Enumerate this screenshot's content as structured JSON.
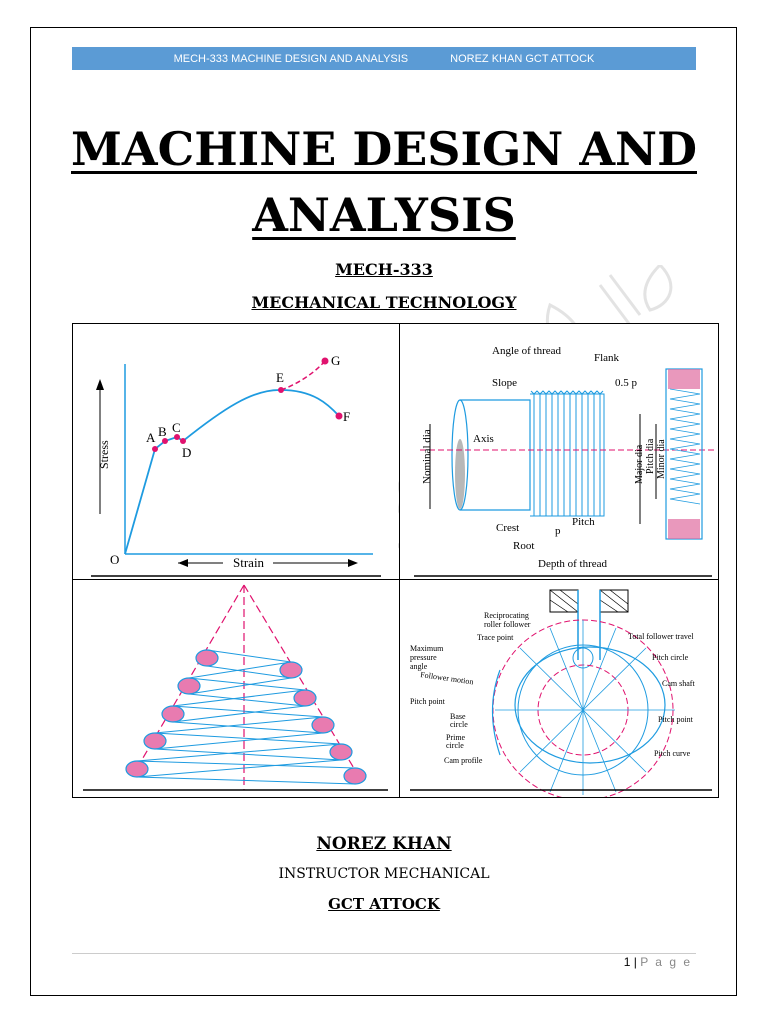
{
  "header": {
    "course_title": "MECH-333 MACHINE DESIGN AND ANALYSIS",
    "author_org": "NOREZ KHAN GCT ATTOCK"
  },
  "title": {
    "line1": "MACHINE DESIGN AND",
    "line2": "ANALYSIS"
  },
  "course_code": "MECH-333",
  "department": "MECHANICAL TECHNOLOGY",
  "stress_strain": {
    "y_label": "Stress",
    "x_label": "Strain",
    "origin": "O",
    "points": [
      "A",
      "B",
      "C",
      "D",
      "E",
      "F",
      "G"
    ]
  },
  "thread": {
    "angle_of_thread": "Angle of thread",
    "flank": "Flank",
    "slope": "Slope",
    "half_pitch": "0.5 p",
    "nominal_dia": "Nominal dia",
    "axis": "Axis",
    "major_dia": "Major dia",
    "pitch_dia": "Pitch dia",
    "minor_dia": "Minor dia",
    "crest": "Crest",
    "root": "Root",
    "p": "p",
    "pitch": "Pitch",
    "depth_of_thread": "Depth of thread"
  },
  "cam": {
    "reciprocating": "Reciprocating",
    "roller_follower": "roller follower",
    "trace_point": "Trace point",
    "total_follower_travel": "Total follower travel",
    "maximum": "Maximum",
    "pressure": "pressure",
    "angle": "angle",
    "follower_motion": "Follower motion",
    "pitch_circle": "Pitch circle",
    "cam_shaft": "Cam shaft",
    "pitch_point_left": "Pitch point",
    "base": "Base",
    "circle": "circle",
    "prime": "Prime",
    "circle2": "circle",
    "pitch_point_right": "Pitch point",
    "pitch_curve": "Pitch curve",
    "cam_profile": "Cam profile"
  },
  "author": "NOREZ KHAN",
  "role": "INSTRUCTOR MECHANICAL",
  "institution": "GCT ATTOCK",
  "footer": {
    "page_number": "1",
    "separator": "|",
    "page_label": "P a g e"
  },
  "colors": {
    "header_bar": "#5b9bd5",
    "diagram_blue": "#1e9be0",
    "diagram_magenta": "#e0126e"
  }
}
